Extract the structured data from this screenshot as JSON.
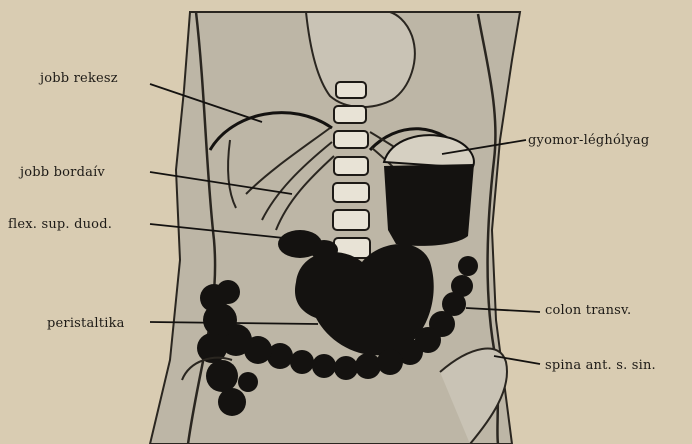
{
  "labels": {
    "jobb_rekesz": "jobb rekesz",
    "jobb_bordaiv": "jobb bordaív",
    "flex_sup_duod": "flex. sup. duod.",
    "peristaltika": "peristaltika",
    "gyomor_leghólyag": "gyomor-léghólyag",
    "colon_transv": "colon transv.",
    "spina": "spina ant. s. sin."
  },
  "colors": {
    "paper": "#d9ccb2",
    "plate": "#bdb6a6",
    "ink": "#141210"
  }
}
